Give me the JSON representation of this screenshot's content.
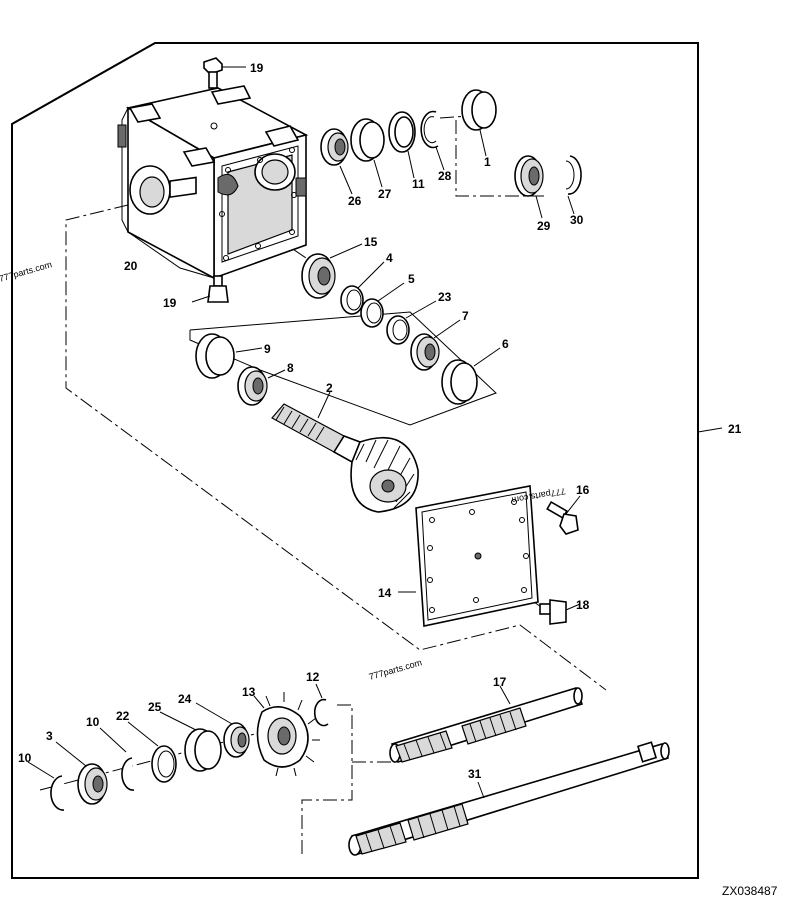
{
  "drawing_code": "ZX038487",
  "watermarks": [
    "777parts.com",
    "777parts.com",
    "777parts.com"
  ],
  "callouts": [
    {
      "id": "c19a",
      "label": "19",
      "part": "bolt"
    },
    {
      "id": "c19b",
      "label": "19",
      "part": "bolt"
    },
    {
      "id": "c20",
      "label": "20",
      "part": "gear-case-housing"
    },
    {
      "id": "c26",
      "label": "26",
      "part": "bearing-cone"
    },
    {
      "id": "c27",
      "label": "27",
      "part": "bearing-cup"
    },
    {
      "id": "c11",
      "label": "11",
      "part": "shim"
    },
    {
      "id": "c28",
      "label": "28",
      "part": "snap-ring"
    },
    {
      "id": "c1",
      "label": "1",
      "part": "sleeve"
    },
    {
      "id": "c29",
      "label": "29",
      "part": "oil-seal"
    },
    {
      "id": "c30",
      "label": "30",
      "part": "snap-ring"
    },
    {
      "id": "c15",
      "label": "15",
      "part": "bearing"
    },
    {
      "id": "c4",
      "label": "4",
      "part": "ring"
    },
    {
      "id": "c5",
      "label": "5",
      "part": "shim"
    },
    {
      "id": "c23",
      "label": "23",
      "part": "shim"
    },
    {
      "id": "c7",
      "label": "7",
      "part": "bearing-cone"
    },
    {
      "id": "c6",
      "label": "6",
      "part": "bearing-cup"
    },
    {
      "id": "c9",
      "label": "9",
      "part": "bearing-cup"
    },
    {
      "id": "c8",
      "label": "8",
      "part": "bearing-cone"
    },
    {
      "id": "c2",
      "label": "2",
      "part": "bevel-pinion-shaft"
    },
    {
      "id": "c21",
      "label": "21",
      "part": "gear-case-assembly"
    },
    {
      "id": "c16",
      "label": "16",
      "part": "bolt"
    },
    {
      "id": "c14",
      "label": "14",
      "part": "cover"
    },
    {
      "id": "c18",
      "label": "18",
      "part": "plug"
    },
    {
      "id": "c12",
      "label": "12",
      "part": "snap-ring"
    },
    {
      "id": "c13",
      "label": "13",
      "part": "bevel-gear"
    },
    {
      "id": "c17",
      "label": "17",
      "part": "shaft"
    },
    {
      "id": "c24",
      "label": "24",
      "part": "bearing-cone"
    },
    {
      "id": "c25",
      "label": "25",
      "part": "bearing-cup"
    },
    {
      "id": "c22",
      "label": "22",
      "part": "shim"
    },
    {
      "id": "c10a",
      "label": "10",
      "part": "snap-ring"
    },
    {
      "id": "c10b",
      "label": "10",
      "part": "snap-ring"
    },
    {
      "id": "c3",
      "label": "3",
      "part": "bearing"
    },
    {
      "id": "c31",
      "label": "31",
      "part": "shaft"
    }
  ]
}
